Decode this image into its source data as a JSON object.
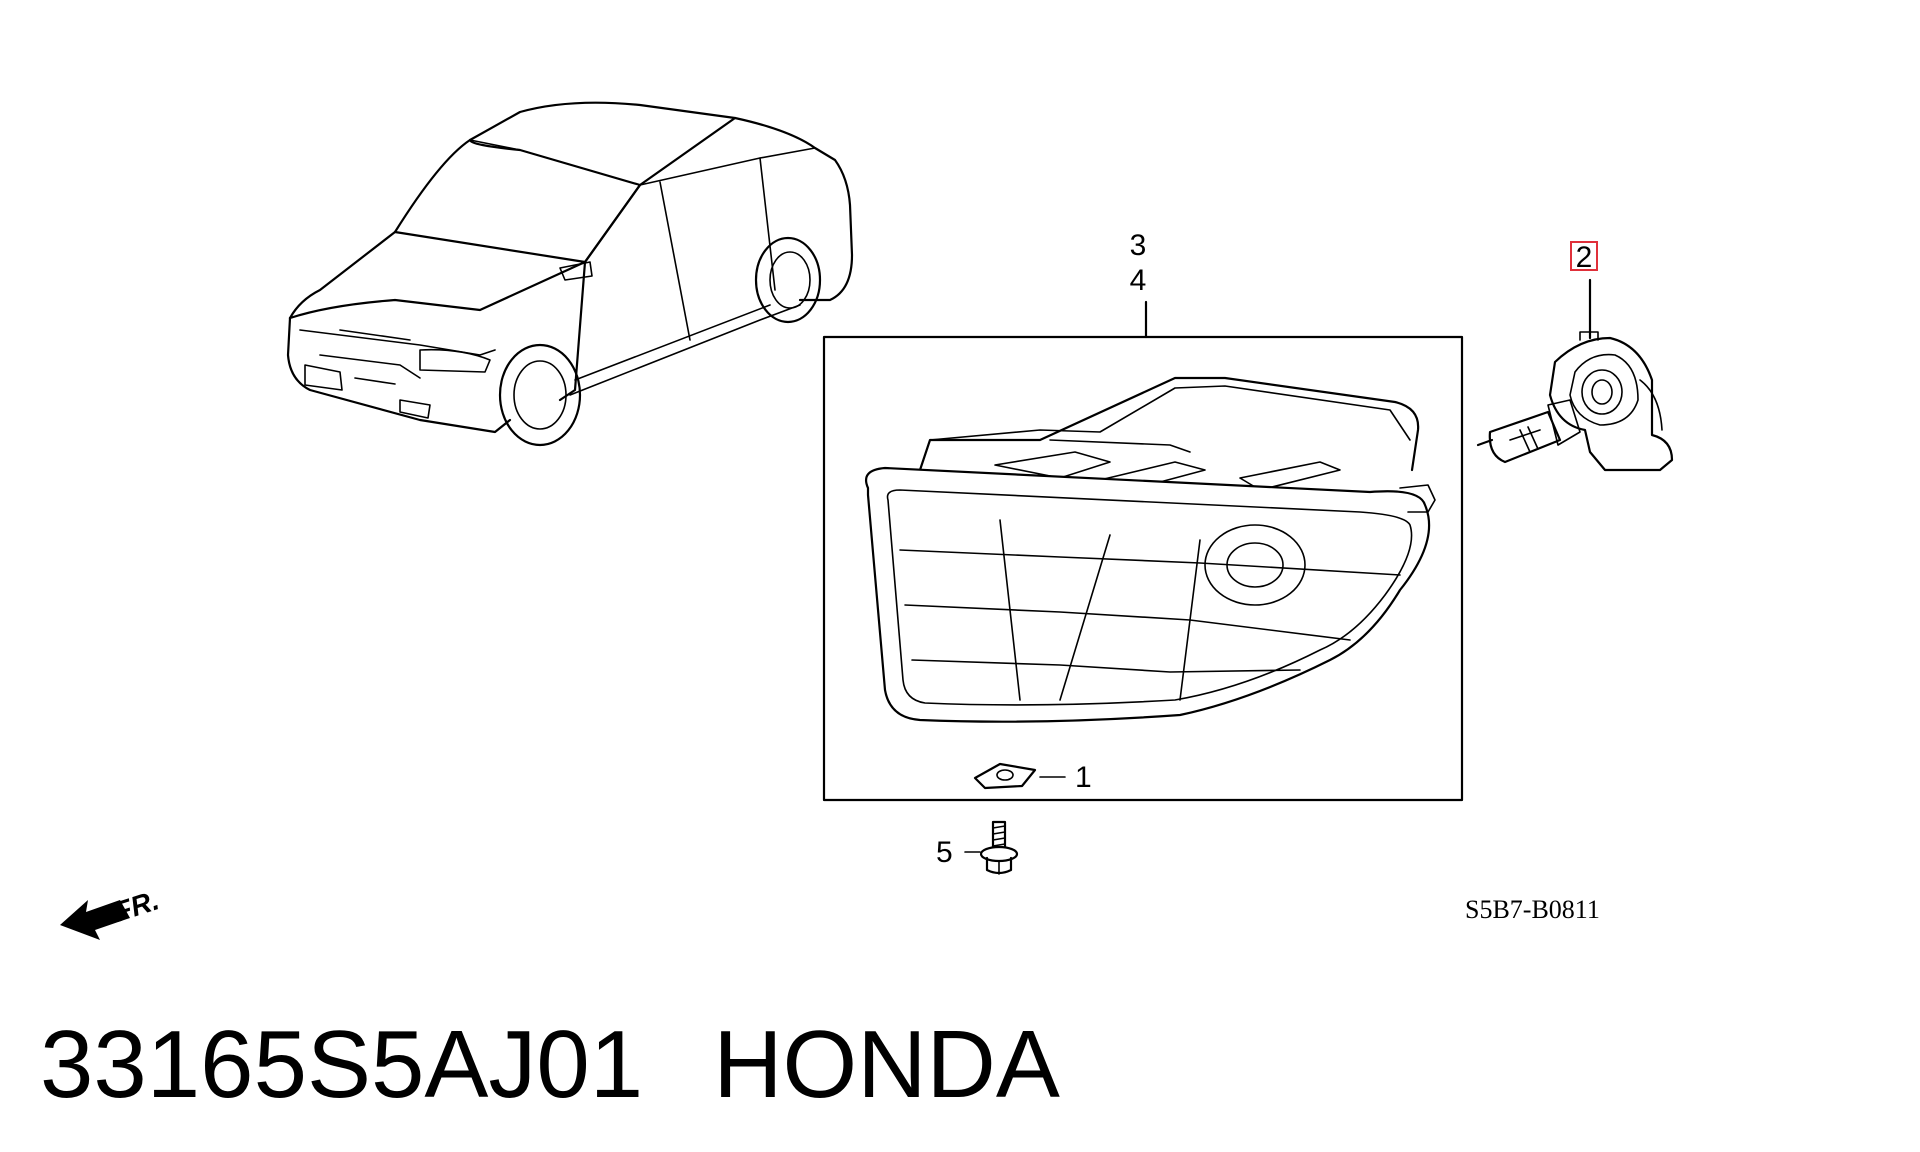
{
  "diagram": {
    "callouts": {
      "c1": "1",
      "c2": "2",
      "c3": "3",
      "c4": "4",
      "c5": "5"
    },
    "front_label": "FR.",
    "diagram_code": "S5B7-B0811",
    "highlight_color": "#e0303a"
  },
  "caption": {
    "part_number": "33165S5AJ01",
    "brand": "HONDA"
  }
}
